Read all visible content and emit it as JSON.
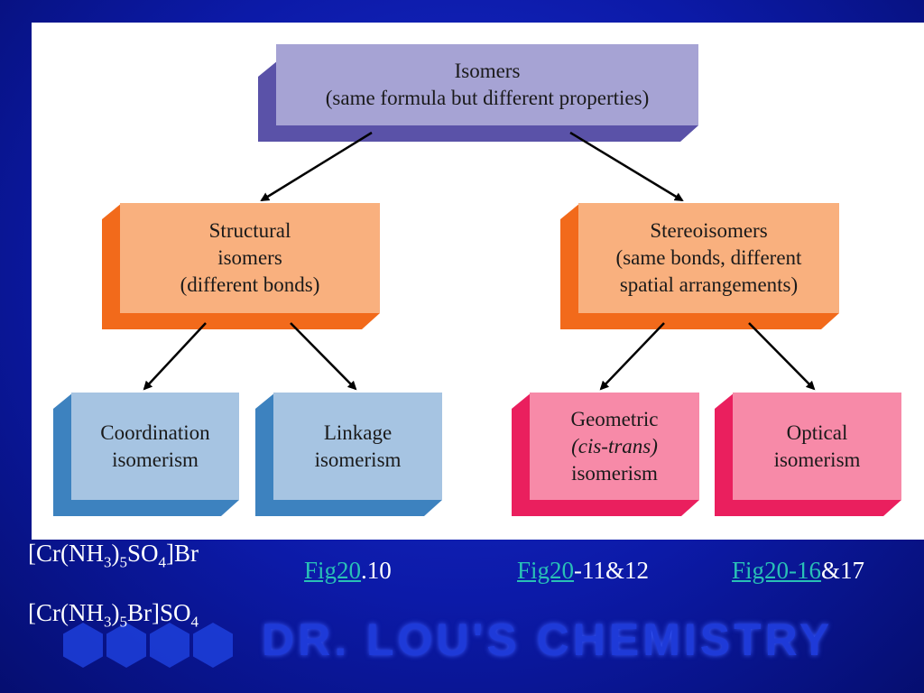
{
  "diagram": {
    "root": {
      "title": "Isomers",
      "subtitle": "(same formula but different properties)"
    },
    "structural": {
      "lines": [
        "Structural",
        "isomers",
        "(different bonds)"
      ]
    },
    "stereo": {
      "lines": [
        "Stereoisomers",
        "(same bonds, different",
        "spatial arrangements)"
      ]
    },
    "coordination": {
      "lines": [
        "Coordination",
        "isomerism"
      ]
    },
    "linkage": {
      "lines": [
        "Linkage",
        "isomerism"
      ]
    },
    "geometric": {
      "lines": [
        "Geometric",
        "(cis-trans)",
        "isomerism"
      ]
    },
    "optical": {
      "lines": [
        "Optical",
        "isomerism"
      ]
    }
  },
  "formulas": {
    "f1": {
      "a": "[Cr(NH",
      "s1": "3",
      "b": ")",
      "s2": "5",
      "c": "SO",
      "s3": "4",
      "d": "]Br"
    },
    "f2": {
      "a": "[Cr(NH",
      "s1": "3",
      "b": ")",
      "s2": "5",
      "c": "Br]SO",
      "s3": "4"
    }
  },
  "refs": {
    "r1": {
      "link": "Fig20",
      "rest": ".10"
    },
    "r2": {
      "link": "Fig20",
      "rest": "-11&12"
    },
    "r3": {
      "link": "Fig20-16",
      "rest": "&17"
    }
  },
  "watermark": "DR. LOU'S CHEMISTRY",
  "colors": {
    "background": "#0c1aa8",
    "isomers_face": "#a6a3d4",
    "orange_face": "#f9b07e",
    "blue_face": "#a6c4e2",
    "pink_face": "#f78aa8",
    "link": "#29c0b6"
  }
}
